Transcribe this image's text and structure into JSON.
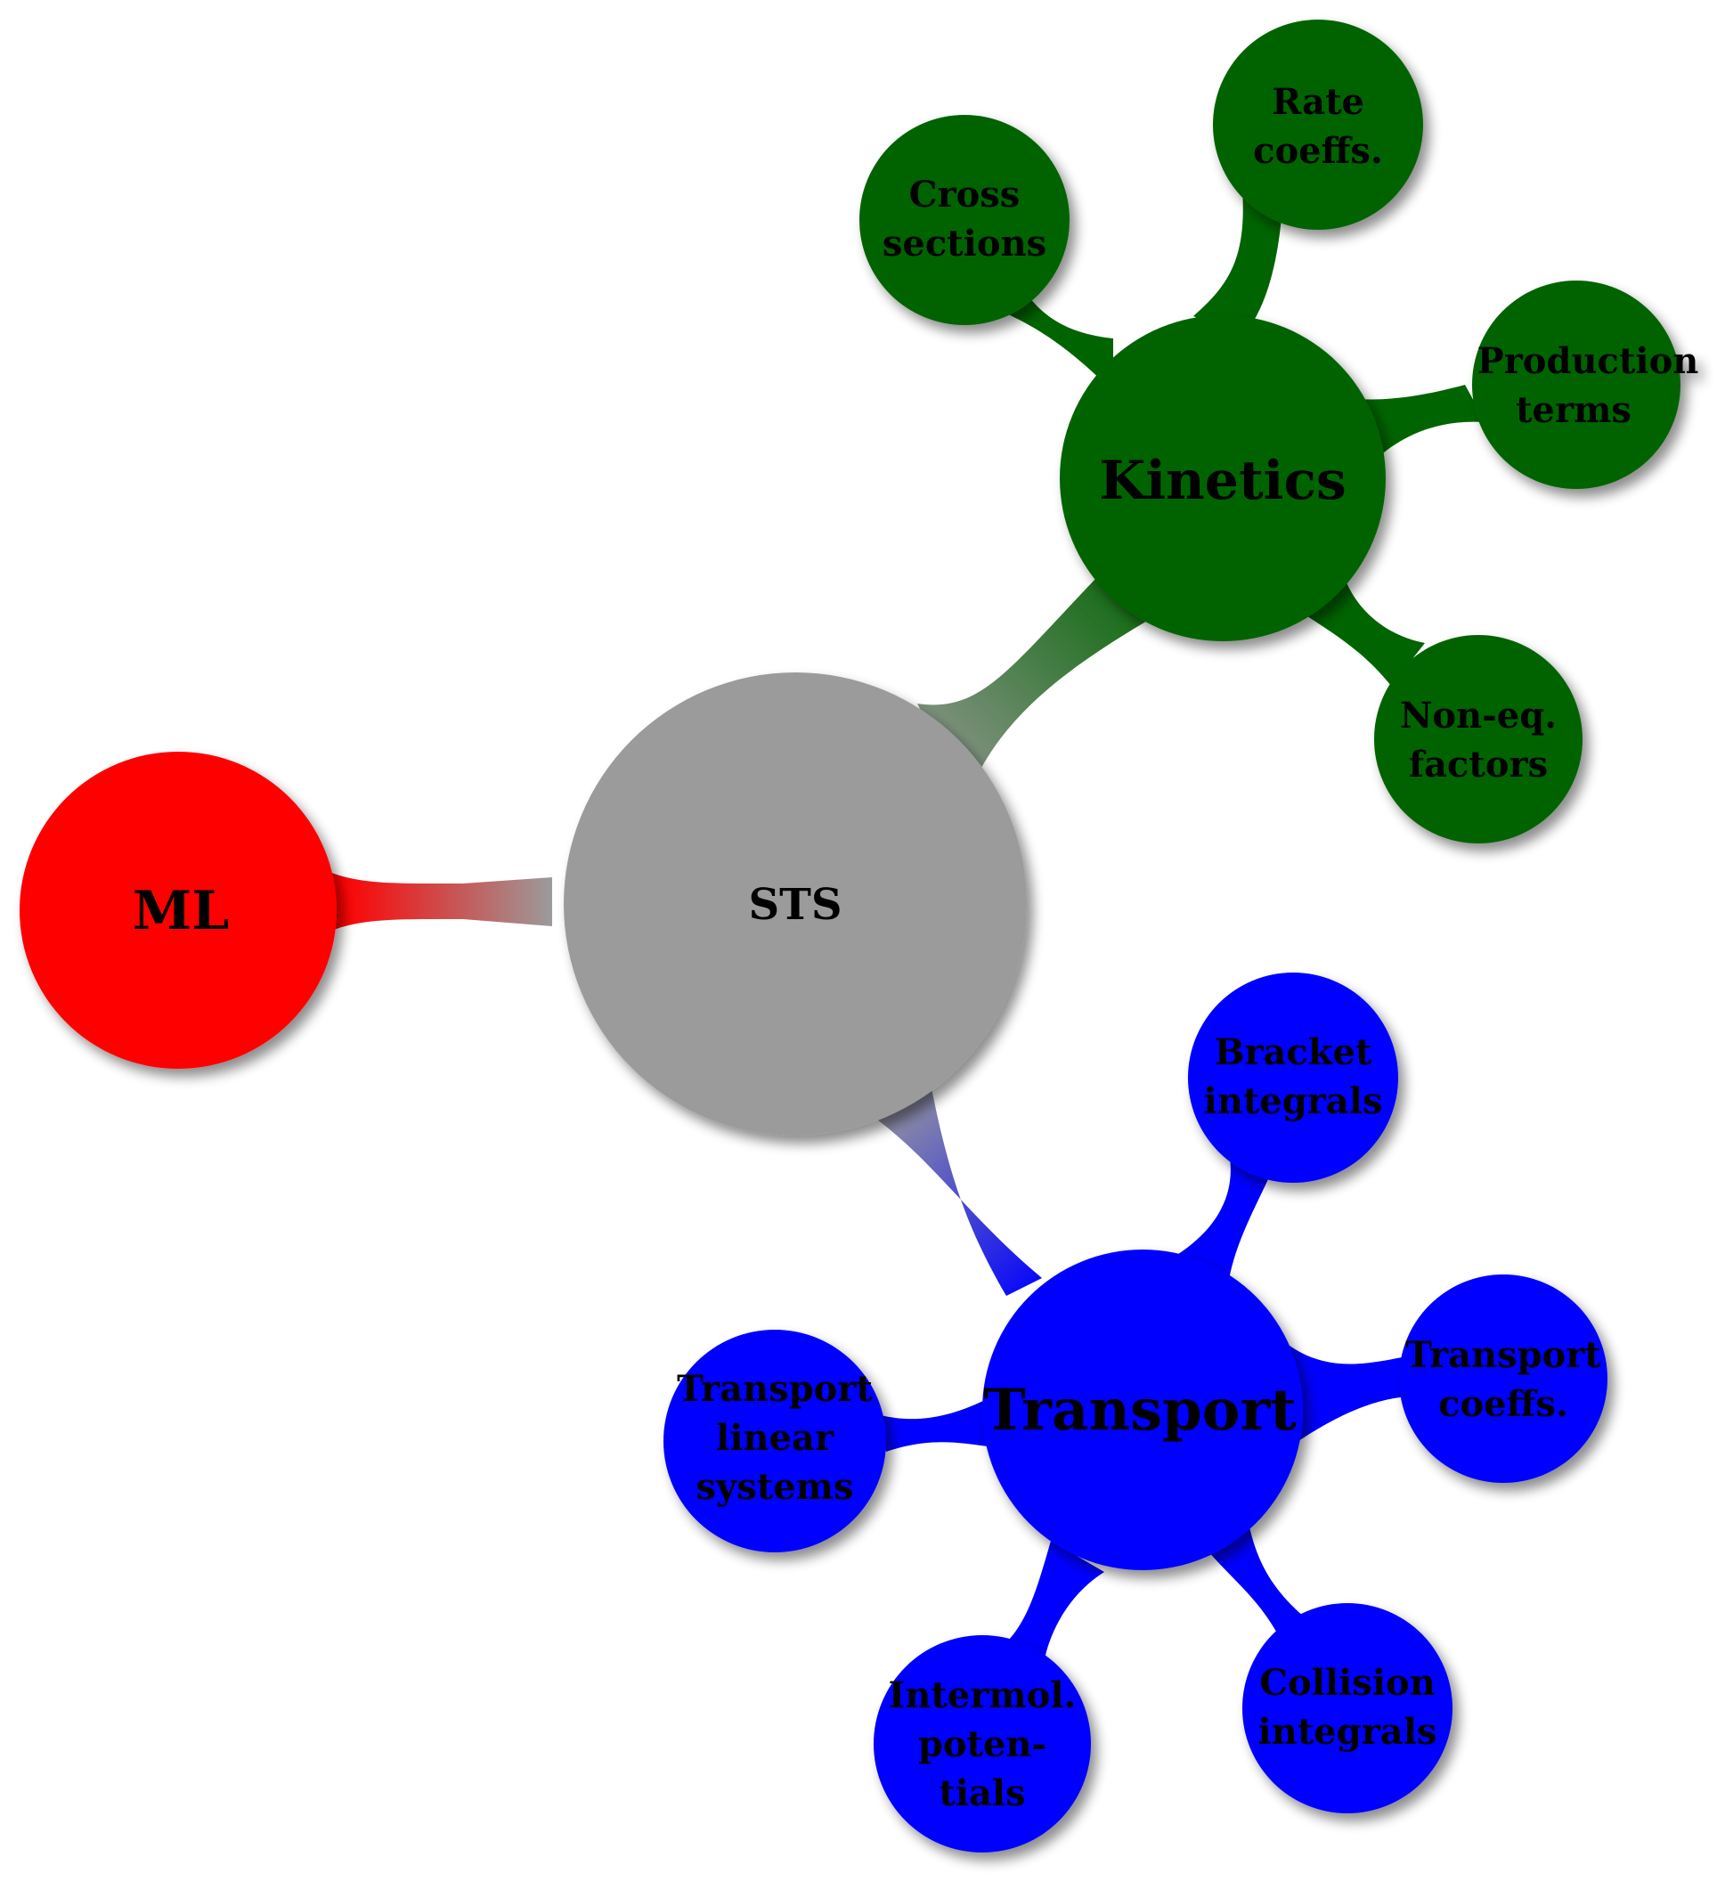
{
  "center": {
    "label": "STS",
    "color": "#9b9b9b"
  },
  "left": {
    "label": "ML",
    "color": "#ff0000"
  },
  "kinetics": {
    "label": "Kinetics",
    "color": "#006400",
    "children": [
      {
        "lines": [
          "Cross",
          "sections"
        ]
      },
      {
        "lines": [
          "Rate",
          "coeffs."
        ]
      },
      {
        "lines": [
          "Production",
          "terms"
        ]
      },
      {
        "lines": [
          "Non-eq.",
          "factors"
        ]
      }
    ]
  },
  "transport": {
    "label": "Transport",
    "color": "#0000ff",
    "children": [
      {
        "lines": [
          "Bracket",
          "integrals"
        ]
      },
      {
        "lines": [
          "Transport",
          "coeffs."
        ]
      },
      {
        "lines": [
          "Collision",
          "integrals"
        ]
      },
      {
        "lines": [
          "Intermol.",
          "poten-",
          "tials"
        ]
      },
      {
        "lines": [
          "Transport",
          "linear",
          "systems"
        ]
      }
    ]
  }
}
